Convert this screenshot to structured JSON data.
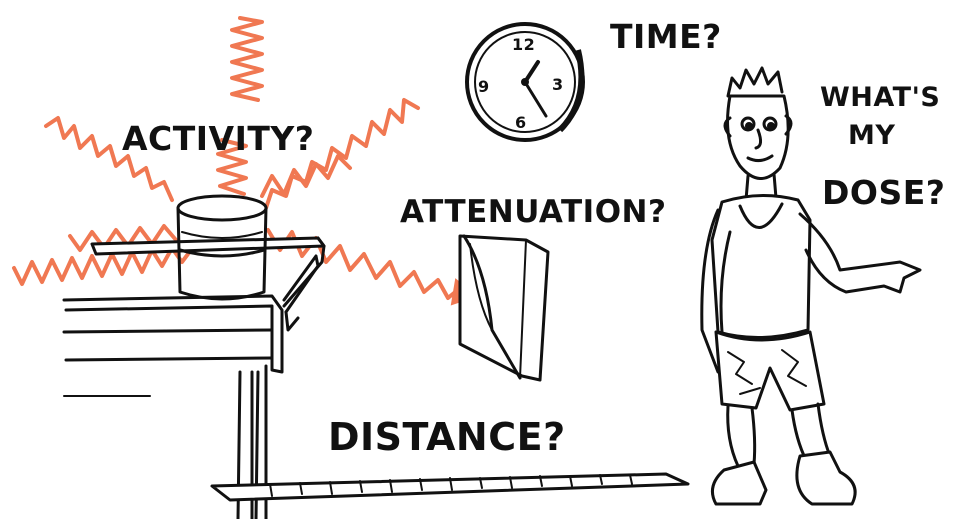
{
  "labels": {
    "activity": "ACTIVITY?",
    "time": "TIME?",
    "whats": "WHAT'S",
    "my": "MY",
    "dose": "DOSE?",
    "attenuation": "ATTENUATION?",
    "distance": "DISTANCE?"
  },
  "clock": {
    "numerals": [
      "12",
      "3",
      "6",
      "9"
    ]
  },
  "colors": {
    "radiation": "#f07852",
    "ink": "#111111",
    "background": "#ffffff"
  }
}
